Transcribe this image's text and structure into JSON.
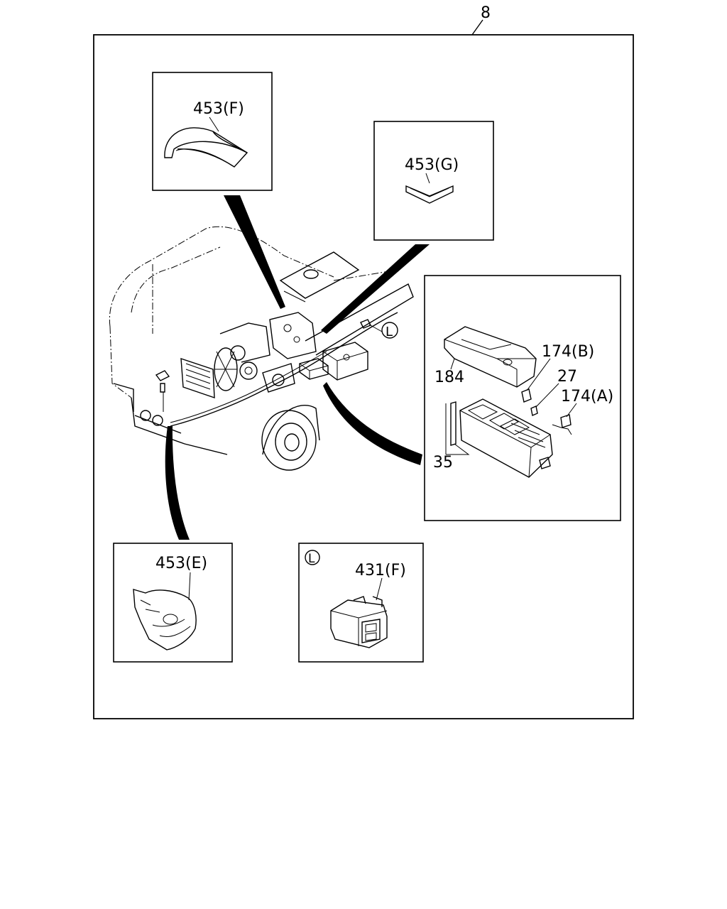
{
  "diagram": {
    "assembly_number": "8",
    "callouts": {
      "cover_f": "453(F)",
      "cover_g": "453(G)",
      "cover_e": "453(E)",
      "connector_f": "431(F)",
      "relay_b": "174(B)",
      "fuse_27": "27",
      "relay_a": "174(A)",
      "fuse_box_cover": "184",
      "fuse_box": "35"
    },
    "detail_marker": "L"
  }
}
